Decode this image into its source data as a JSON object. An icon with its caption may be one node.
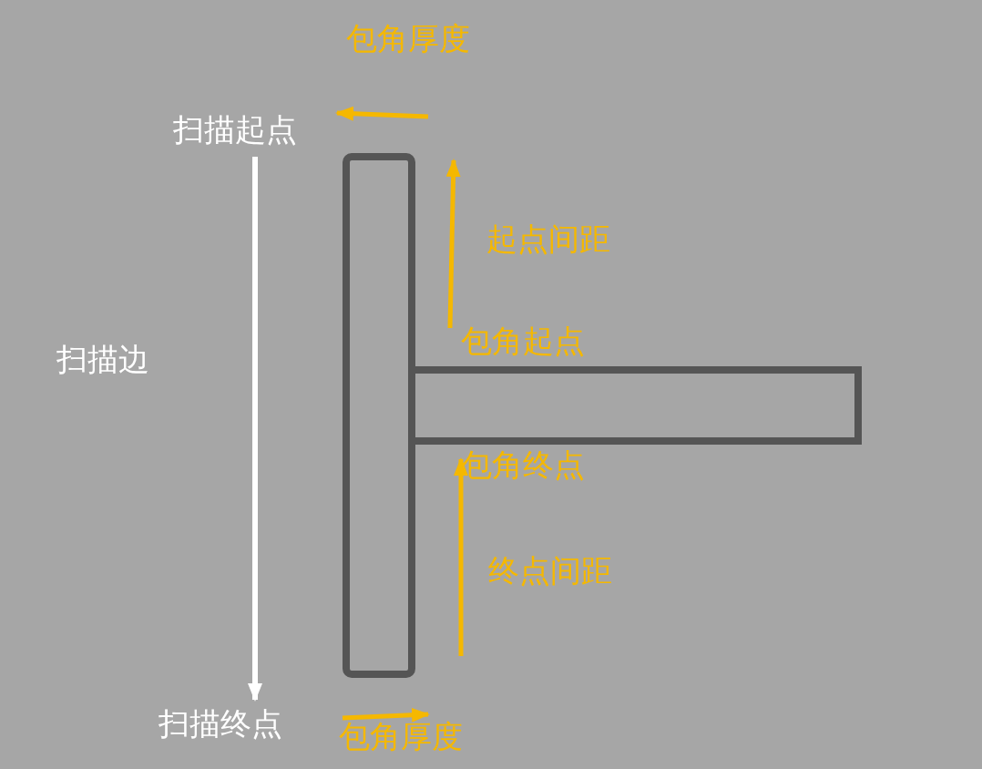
{
  "diagram": {
    "nodes": [
      {
        "text": [
          "扫描起点"
        ]
      },
      {
        "text": [
          "扫描终点"
        ]
      }
    ],
    "edges": [
      {
        "from": 0,
        "to": 1,
        "arrow": "to"
      }
    ],
    "labels": [
      "包角厚度",
      "起点间距",
      "包角起点",
      "扫描边",
      "包角终点",
      "终点间距",
      "包角厚度"
    ]
  }
}
